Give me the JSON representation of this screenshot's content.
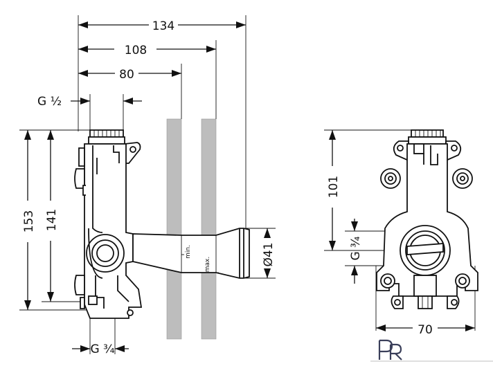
{
  "dimensions": {
    "w134": "134",
    "w108": "108",
    "w80": "80",
    "g_half": "G ½",
    "h153": "153",
    "h141": "141",
    "g_three_quarter_bottom": "G ¾",
    "dia41": "Ø41",
    "min_label": "min.",
    "max_label": "max.",
    "h101": "101",
    "g_three_quarter_side": "G ¾",
    "w70": "70"
  },
  "logo": {
    "text": "PR"
  }
}
